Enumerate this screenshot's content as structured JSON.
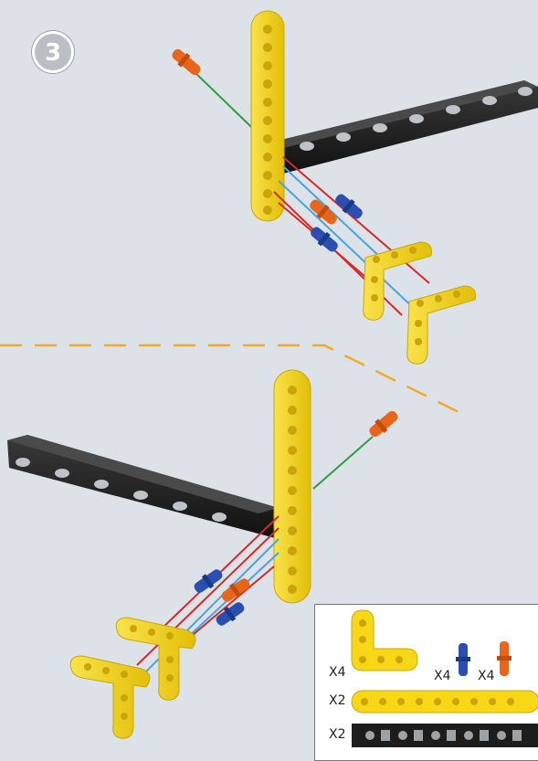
{
  "step": {
    "number": "3"
  },
  "parts_list": {
    "items": [
      {
        "name": "L-beam",
        "qty": "X4",
        "color": "#f7d716"
      },
      {
        "name": "blue-pin",
        "qty": "X4",
        "color": "#2a4fb0"
      },
      {
        "name": "orange-pin",
        "qty": "X4",
        "color": "#e8661c"
      },
      {
        "name": "yellow-beam",
        "qty": "X2",
        "color": "#f7d716"
      },
      {
        "name": "black-beam",
        "qty": "X2",
        "color": "#1d1d1d"
      }
    ]
  },
  "colors": {
    "background": "#dce2e7",
    "yellow": "#f7d716",
    "black_beam": "#1d1d1d",
    "divider": "#f2a82a",
    "guide_red": "#d12b2b",
    "guide_blue": "#4aa3df",
    "guide_green": "#2e9e3e"
  }
}
